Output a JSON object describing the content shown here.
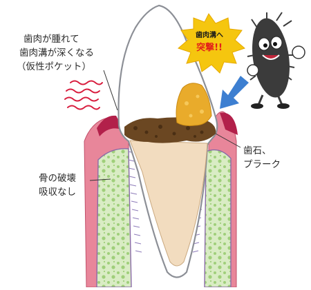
{
  "labels": {
    "gum_swelling": {
      "line1": "歯肉が腫れて",
      "line2": "歯肉溝が深くなる",
      "line3": "（仮性ポケット）"
    },
    "tartar": {
      "line1": "歯石、",
      "line2": "プラーク"
    },
    "bone": {
      "line1": "骨の破壊",
      "line2": "吸収なし"
    },
    "attack": {
      "line1": "歯肉溝へ",
      "line2": "突撃!!"
    }
  },
  "colors": {
    "gum": "#e8869a",
    "gum_dark": "#b2204a",
    "bone": "#d9ecc4",
    "bone_dots": "#9fcf7a",
    "dentin": "#f2dcbf",
    "enamel": "#ffffff",
    "tartar": "#6b4722",
    "plaque": "#e9ab2b",
    "arrow": "#3d7fd1",
    "burst": "#f5c60f",
    "burst_text_top": "#1a1a1a",
    "burst_text_bottom": "#e3211a",
    "heat": "#d81c3d"
  },
  "icons": {
    "bacteria": "germ-character-icon",
    "heat": "heat-wave-icon",
    "arrow": "down-left-arrow-icon"
  }
}
